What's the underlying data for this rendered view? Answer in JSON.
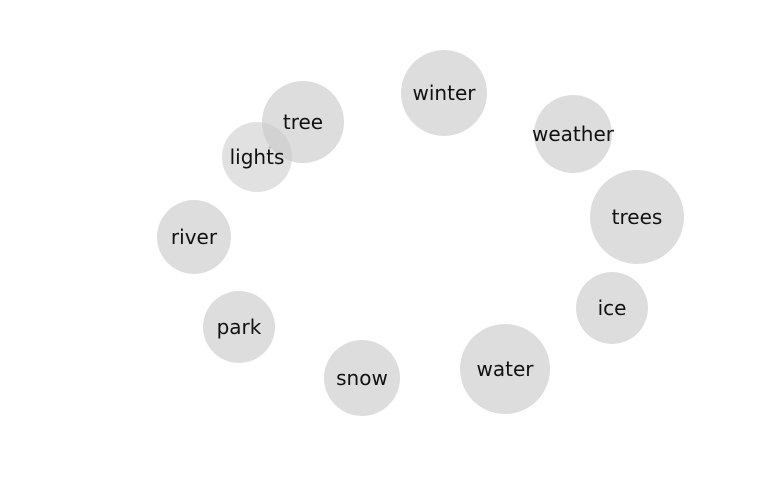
{
  "diagram": {
    "nodes": [
      {
        "id": "tree",
        "label": "tree"
      },
      {
        "id": "lights",
        "label": "lights"
      },
      {
        "id": "winter",
        "label": "winter"
      },
      {
        "id": "weather",
        "label": "weather"
      },
      {
        "id": "trees",
        "label": "trees"
      },
      {
        "id": "river",
        "label": "river"
      },
      {
        "id": "ice",
        "label": "ice"
      },
      {
        "id": "park",
        "label": "park"
      },
      {
        "id": "water",
        "label": "water"
      },
      {
        "id": "snow",
        "label": "snow"
      }
    ],
    "edges": [
      {
        "from": "lights",
        "to": "tree"
      }
    ],
    "colors": {
      "node_fill": "#dddddd",
      "edge": "#9a9a9a",
      "text": "#111111"
    }
  }
}
